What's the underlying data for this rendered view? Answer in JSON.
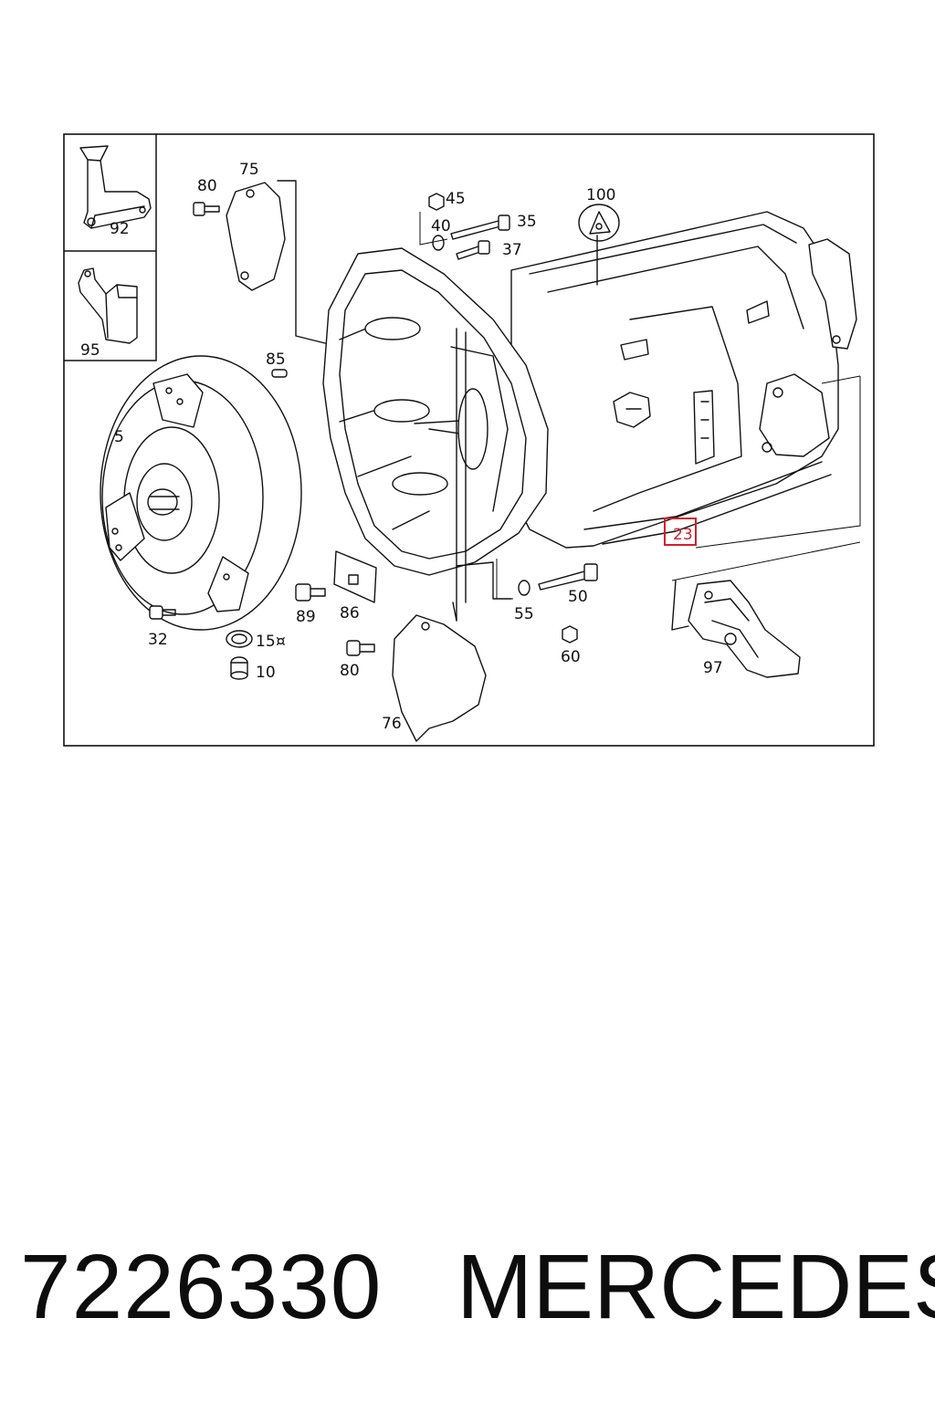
{
  "part_number": "7226330",
  "brand": "MERCEDES",
  "callouts": {
    "c5": "5",
    "c10": "10",
    "c15": "15",
    "c15_mark": "¤",
    "c23": "23",
    "c32": "32",
    "c35": "35",
    "c37": "37",
    "c40": "40",
    "c45": "45",
    "c50": "50",
    "c55": "55",
    "c60": "60",
    "c75": "75",
    "c76": "76",
    "c80a": "80",
    "c80b": "80",
    "c85": "85",
    "c86": "86",
    "c89": "89",
    "c92": "92",
    "c95": "95",
    "c97": "97",
    "c100": "100"
  },
  "highlight_color": "#d21f2b"
}
